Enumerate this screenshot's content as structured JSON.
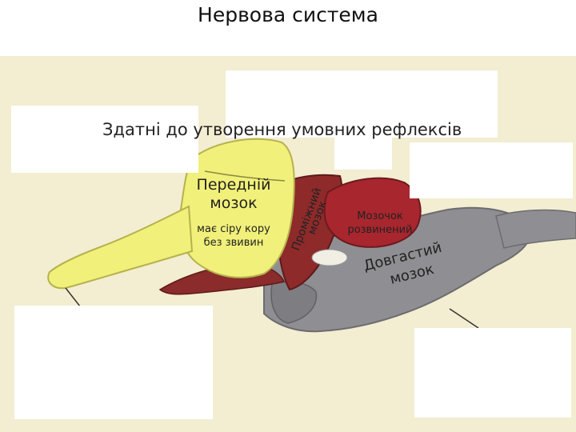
{
  "title": "Нервова система",
  "reflex_text": "Здатні до утворення умовних рефлексів",
  "forebrain": {
    "title_line1": "Передній",
    "title_line2": "мозок",
    "sub_line1": "має сіру кору",
    "sub_line2": "без звивин"
  },
  "midbrain_label": {
    "line1": "Проміжний",
    "line2": "мозок"
  },
  "cerebellum": {
    "line1": "Мозочок",
    "line2": "розвинений"
  },
  "medulla": {
    "line1": "Довгастий",
    "line2": "мозок"
  },
  "colors": {
    "background": "#f3edd1",
    "forebrain": "#f1f07a",
    "diencephalon": "#8e2a2a",
    "cerebellum": "#a8262e",
    "brainstem": "#8f8f93"
  }
}
